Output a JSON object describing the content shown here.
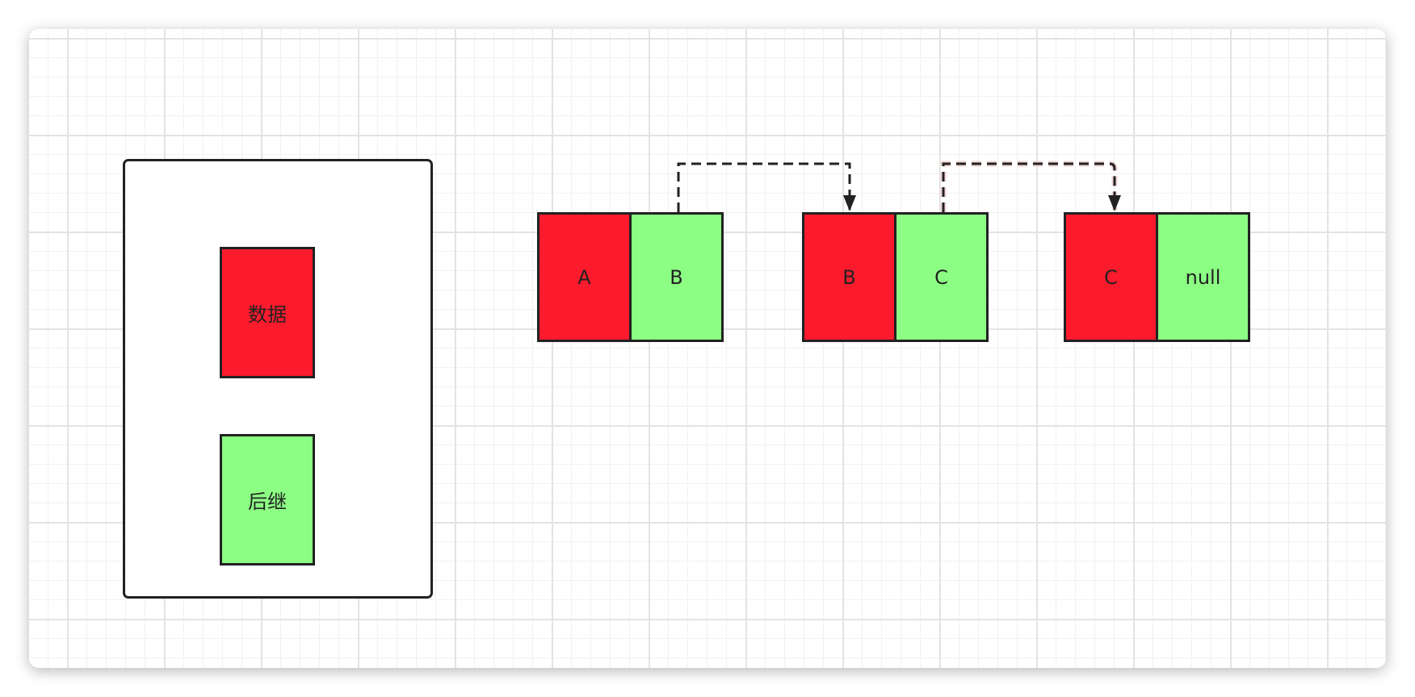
{
  "legend": {
    "data_label": "数据",
    "successor_label": "后继"
  },
  "nodes": [
    {
      "data": "A",
      "next": "B"
    },
    {
      "data": "B",
      "next": "C"
    },
    {
      "data": "C",
      "next": "null"
    }
  ],
  "colors": {
    "data_cell": "#fc1a2d",
    "successor_cell": "#8cfe84",
    "border": "#222222",
    "grid": "#e3e3e3"
  }
}
